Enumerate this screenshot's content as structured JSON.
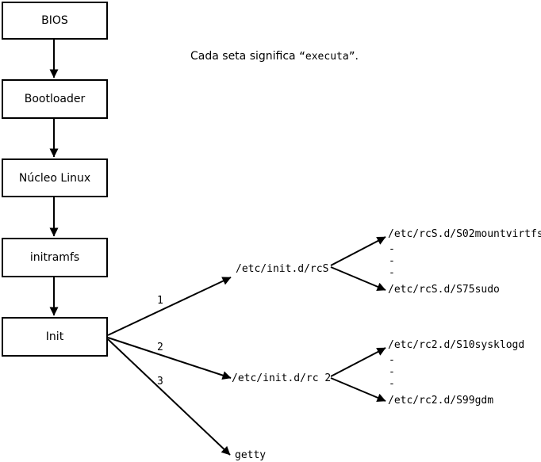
{
  "colors": {
    "background": "#ffffff",
    "line": "#000000",
    "box_border": "#000000",
    "box_fill": "#ffffff",
    "text": "#000000"
  },
  "note": {
    "prefix": "Cada seta significa ",
    "quoted": "“executa”",
    "suffix": "."
  },
  "flow_boxes": [
    {
      "label": "BIOS"
    },
    {
      "label": "Bootloader"
    },
    {
      "label": "Núcleo Linux"
    },
    {
      "label": "initramfs"
    },
    {
      "label": "Init"
    }
  ],
  "edge_labels": {
    "to_rcS": "1",
    "to_rc2": "2",
    "to_getty": "3"
  },
  "scripts": {
    "rcS": "/etc/init.d/rcS",
    "rcS_child_first": "/etc/rcS.d/S02mountvirtfs",
    "rcS_child_last": "/etc/rcS.d/S75sudo",
    "rc2": "/etc/init.d/rc 2",
    "rc2_child_first": "/etc/rc2.d/S10sysklogd",
    "rc2_child_last": "/etc/rc2.d/S99gdm",
    "getty": "getty",
    "ellipsis_dash": "-"
  }
}
